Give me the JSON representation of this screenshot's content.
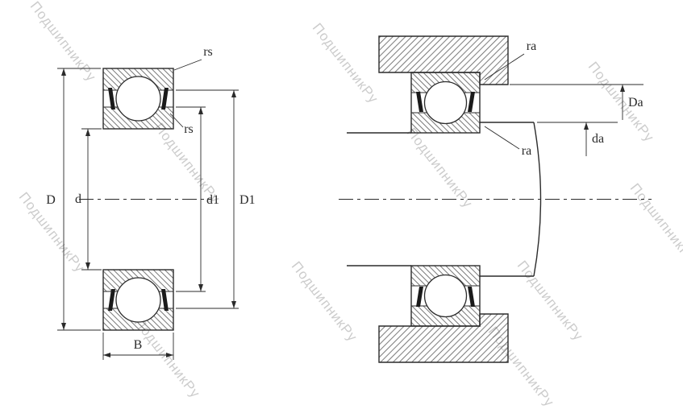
{
  "watermark": {
    "text": "ПодшипникРу"
  },
  "colors": {
    "line": "#2b2b2b",
    "hatch": "#555555",
    "watermark": "#9a9a9a",
    "background": "#ffffff"
  },
  "left_view": {
    "labels": {
      "rs_outer": "rs",
      "rs_inner": "rs",
      "D": "D",
      "d": "d",
      "d1": "d1",
      "D1": "D1",
      "B": "B"
    }
  },
  "right_view": {
    "labels": {
      "ra_housing": "ra",
      "ra_shaft": "ra",
      "Da": "Da",
      "da": "da"
    }
  }
}
